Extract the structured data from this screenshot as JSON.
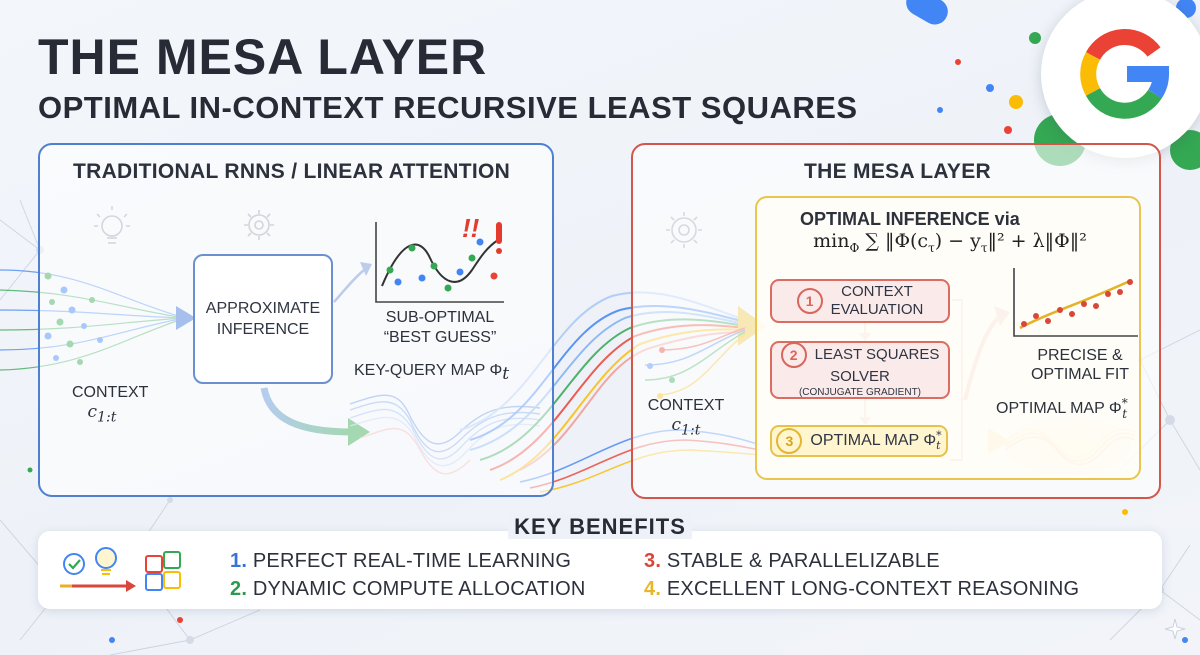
{
  "header": {
    "title": "THE MESA LAYER",
    "subtitle": "OPTIMAL IN-CONTEXT RECURSIVE LEAST SQUARES"
  },
  "left_panel": {
    "title": "TRADITIONAL RNNS / LINEAR ATTENTION",
    "approx_box": "APPROXIMATE INFERENCE",
    "guess_label_line1": "SUB-OPTIMAL",
    "guess_label_line2": "“BEST GUESS”",
    "alert": "!!",
    "map_label": "KEY-QUERY MAP Φ",
    "map_subscript": "t",
    "context_label": "CONTEXT",
    "context_symbol": "c",
    "context_subscript": "1:t"
  },
  "right_panel": {
    "title": "THE MESA LAYER",
    "optimal_title": "OPTIMAL INFERENCE via",
    "formula": "min",
    "formula_sub": "Φ",
    "formula_body": " ∑ ‖Φ(c",
    "formula_tau": "τ",
    "formula_mid": ") − y",
    "formula_end": "‖² + λ‖Φ‖²",
    "steps": [
      {
        "num": "1",
        "line1": "CONTEXT",
        "line2": "EVALUATION"
      },
      {
        "num": "2",
        "line1": "LEAST SQUARES",
        "line2": "SOLVER",
        "note": "(CONJUGATE GRADIENT)"
      },
      {
        "num": "3",
        "line1": "OPTIMAL MAP Φ",
        "sup": "*",
        "sub": "t"
      }
    ],
    "fit_label_line1": "PRECISE &",
    "fit_label_line2": "OPTIMAL FIT",
    "map_label": "OPTIMAL MAP Φ",
    "map_sup": "*",
    "map_sub": "t",
    "context_label": "CONTEXT",
    "context_symbol": "c",
    "context_subscript": "1:t"
  },
  "benefits": {
    "title": "KEY BENEFITS",
    "items": [
      {
        "num": "1.",
        "text": "PERFECT REAL-TIME LEARNING",
        "color": "#3b72d8"
      },
      {
        "num": "2.",
        "text": "DYNAMIC COMPUTE ALLOCATION",
        "color": "#2f9a4e"
      },
      {
        "num": "3.",
        "text": "STABLE & PARALLELIZABLE",
        "color": "#d7473a"
      },
      {
        "num": "4.",
        "text": "EXCELLENT LONG-CONTEXT REASONING",
        "color": "#e7b62d"
      }
    ]
  },
  "brand": {
    "letter": "G",
    "colors": [
      "#4285F4",
      "#EA4335",
      "#FBBC05",
      "#34A853"
    ]
  }
}
